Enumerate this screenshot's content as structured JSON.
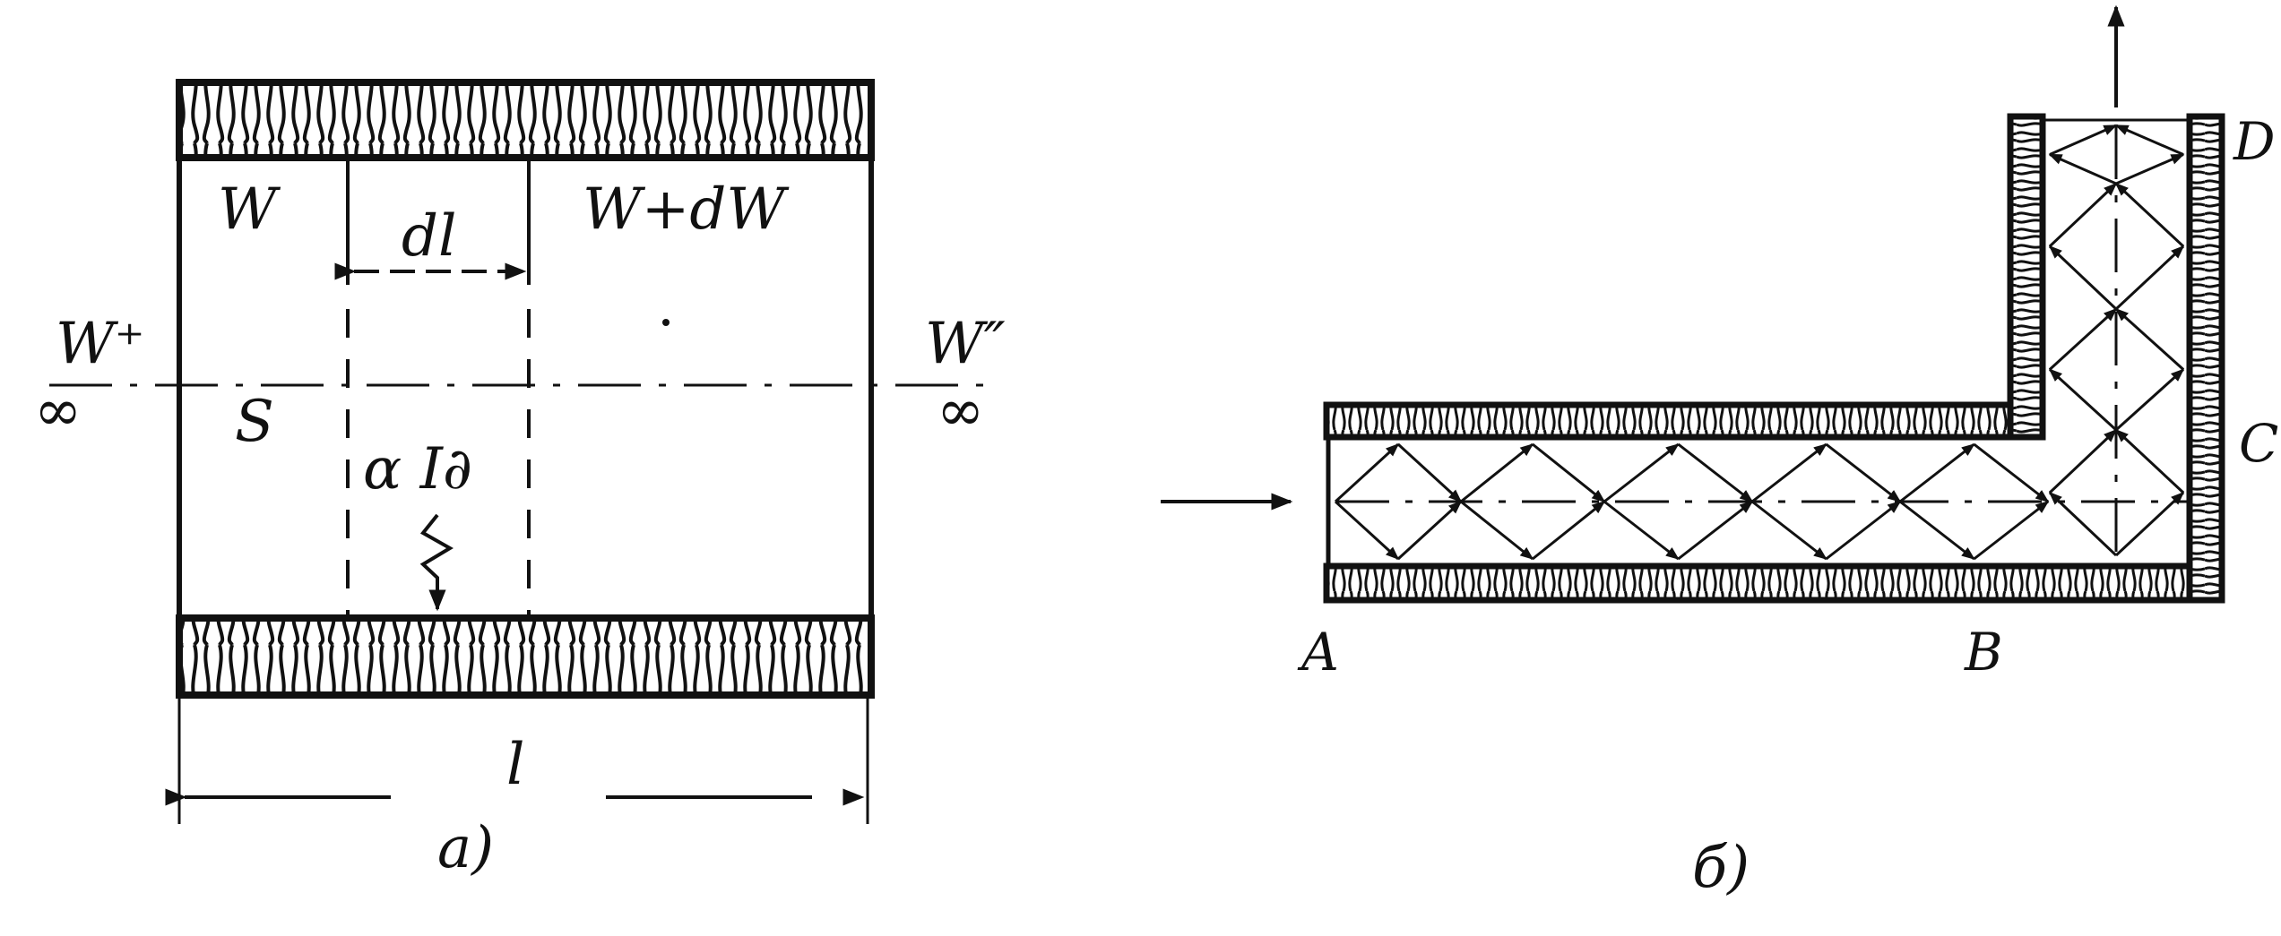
{
  "figure_a": {
    "label_W": "W",
    "label_W_dW": "W+dW",
    "label_dl": "dl",
    "label_W_plus": "W⁺",
    "label_inf_left": "∞",
    "label_S": "S",
    "label_alpha_I": "α I∂",
    "label_W_pp": "W″",
    "label_inf_right": "∞",
    "label_l": "l",
    "caption": "a)"
  },
  "figure_b": {
    "label_A": "A",
    "label_B": "B",
    "label_C": "C",
    "label_D": "D",
    "caption": "б)"
  }
}
